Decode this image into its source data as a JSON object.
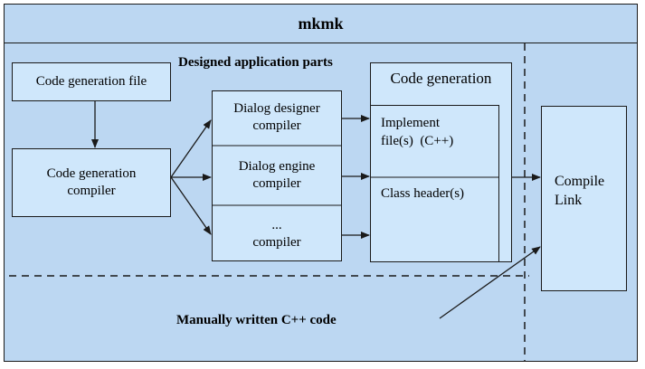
{
  "title": "mkmk",
  "section_label": "Designed application parts",
  "manual_label": "Manually written C++ code",
  "boxes": {
    "code_gen_file": "Code generation file",
    "code_gen_compiler_line1": "Code generation",
    "code_gen_compiler_line2": "compiler",
    "dialog_designer_line1": "Dialog designer",
    "dialog_designer_line2": "compiler",
    "dialog_engine_line1": "Dialog engine",
    "dialog_engine_line2": "compiler",
    "ellipsis_line1": "...",
    "ellipsis_line2": "compiler",
    "code_generation": "Code generation",
    "implement_line1": "Implement",
    "implement_line2": "file(s)  (C++)",
    "class_header": "Class header(s)",
    "compile": "Compile",
    "link": "Link"
  },
  "colors": {
    "background": "#bcd7f2",
    "box_fill": "#cfe7fb",
    "stroke": "#1a1a1a"
  }
}
